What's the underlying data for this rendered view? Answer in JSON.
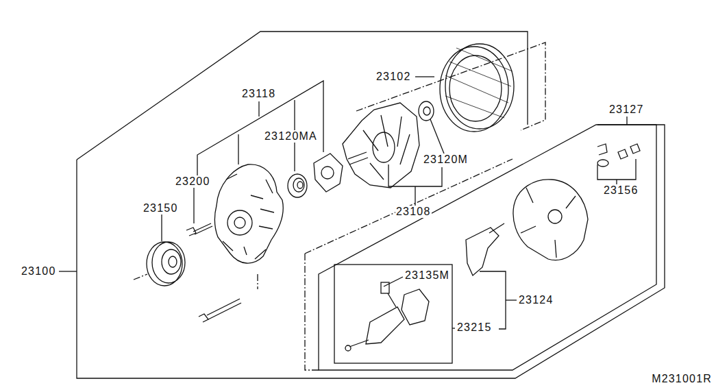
{
  "diagram": {
    "labels": [
      "23102",
      "23118",
      "23120MA",
      "23200",
      "23150",
      "23100",
      "23120M",
      "23108",
      "23127",
      "23156",
      "23124",
      "23135M",
      "23215",
      "M231001R"
    ]
  }
}
